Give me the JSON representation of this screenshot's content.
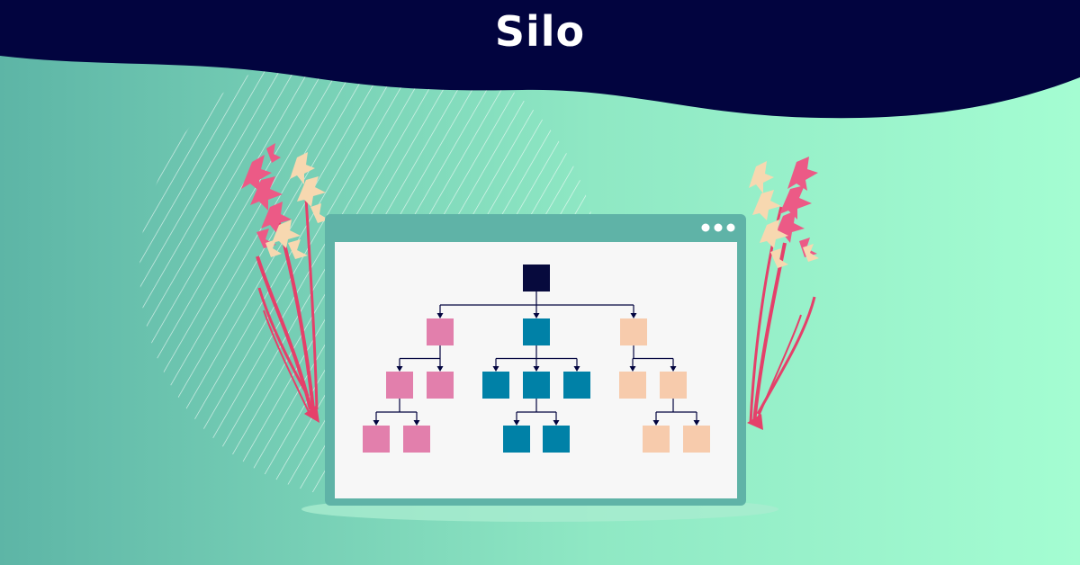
{
  "title": "Silo",
  "colors": {
    "navy": "#02043f",
    "bg_left": "#5db5a6",
    "bg_right": "#a4fdd2",
    "window_frame": "#5fb3a7",
    "canvas": "#f7f7f7",
    "root": "#070a3d",
    "pink": "#e27fac",
    "teal": "#0081a7",
    "peach": "#f7cbac",
    "flower_pink": "#ec5a86",
    "flower_cream": "#f7d8b0",
    "stem": "#e5406a"
  },
  "window": {
    "controls": [
      "dot",
      "dot",
      "dot"
    ]
  },
  "diagram": {
    "root": {
      "color": "root",
      "children": [
        {
          "color": "pink",
          "children": [
            {
              "color": "pink",
              "children": [
                {
                  "color": "pink"
                },
                {
                  "color": "pink"
                }
              ]
            },
            {
              "color": "pink"
            }
          ]
        },
        {
          "color": "teal",
          "children": [
            {
              "color": "teal"
            },
            {
              "color": "teal",
              "children": [
                {
                  "color": "teal"
                },
                {
                  "color": "teal"
                }
              ]
            },
            {
              "color": "teal"
            }
          ]
        },
        {
          "color": "peach",
          "children": [
            {
              "color": "peach"
            },
            {
              "color": "peach",
              "children": [
                {
                  "color": "peach"
                },
                {
                  "color": "peach"
                }
              ]
            }
          ]
        }
      ]
    }
  }
}
